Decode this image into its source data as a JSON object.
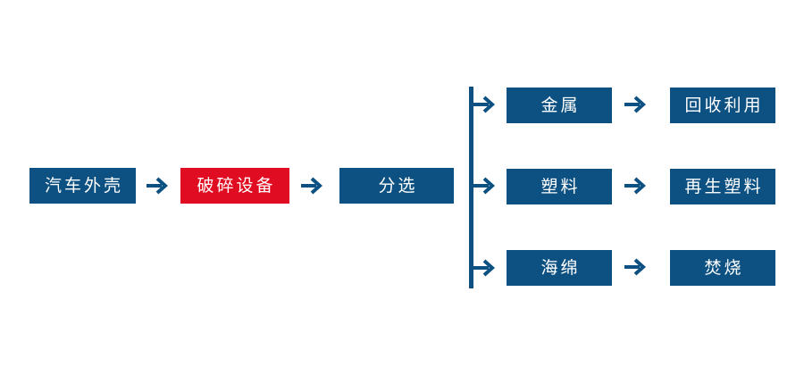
{
  "diagram": {
    "type": "process-flowchart",
    "title_visible": false,
    "colors": {
      "primary_blue": "#0d5183",
      "highlight_red": "#e00d22",
      "background": "#ffffff",
      "node_text": "#ffffff",
      "connector": "#0d5183"
    },
    "main_chain": [
      {
        "id": "car-shell",
        "label": "汽车外壳",
        "color": "blue"
      },
      {
        "id": "shredder",
        "label": "破碎设备",
        "color": "red"
      },
      {
        "id": "sorting",
        "label": "分选",
        "color": "blue"
      }
    ],
    "branches": [
      {
        "id": "metal",
        "material": {
          "label": "金属",
          "color": "blue"
        },
        "outcome": {
          "label": "回收利用",
          "color": "blue"
        }
      },
      {
        "id": "plastic",
        "material": {
          "label": "塑料",
          "color": "blue"
        },
        "outcome": {
          "label": "再生塑料",
          "color": "blue"
        }
      },
      {
        "id": "sponge",
        "material": {
          "label": "海绵",
          "color": "blue"
        },
        "outcome": {
          "label": "焚烧",
          "color": "blue"
        }
      }
    ],
    "connectors": {
      "arrow_glyph": "→",
      "arrow_icon_name": "arrow-right-icon",
      "trunk_icon_name": "branch-trunk-line",
      "count_main_arrows": 2,
      "count_branch_arrows": 3,
      "count_outcome_arrows": 3
    }
  }
}
